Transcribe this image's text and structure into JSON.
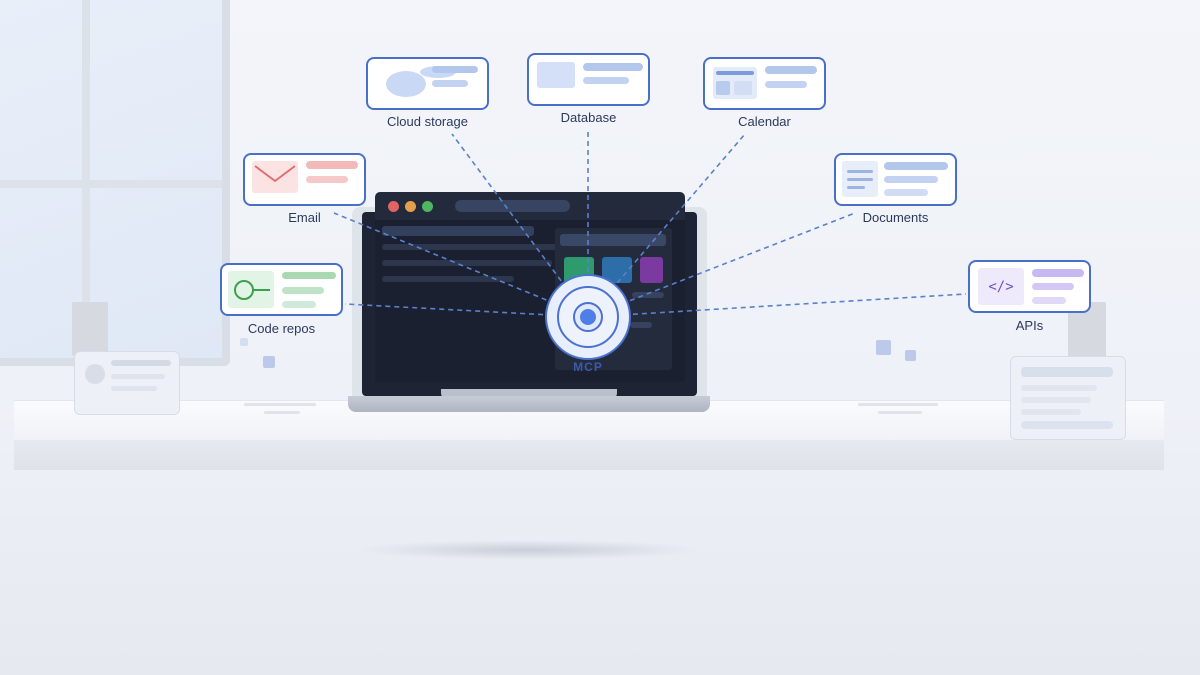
{
  "hub": {
    "label": "MCP"
  },
  "services": {
    "cloud_storage": {
      "label": "Cloud storage",
      "icon": "cloud-icon"
    },
    "database": {
      "label": "Database",
      "icon": "database-icon"
    },
    "calendar": {
      "label": "Calendar",
      "icon": "calendar-icon"
    },
    "email": {
      "label": "Email",
      "icon": "envelope-icon"
    },
    "documents": {
      "label": "Documents",
      "icon": "document-icon"
    },
    "code_repos": {
      "label": "Code repos",
      "icon": "git-commit-icon"
    },
    "apis": {
      "label": "APIs",
      "icon": "code-icon",
      "glyph": "</>"
    }
  },
  "colors": {
    "accent": "#4a6fc9",
    "connector": "#5b80cc",
    "email": "#e36a6a",
    "code_repos": "#3ea04f",
    "apis": "#7a5bd6",
    "screen": "#1e2433"
  }
}
